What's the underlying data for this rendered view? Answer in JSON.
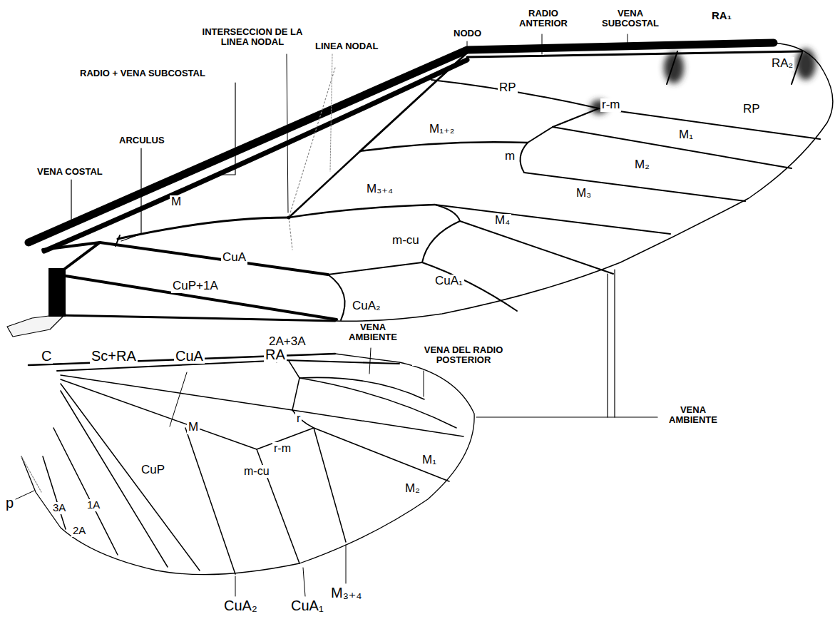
{
  "diagram": {
    "labels": [
      "RADIO ANTERIOR",
      "VENA SUBCOSTAL",
      "RA₁",
      "NODO",
      "INTERSECCION DE LA LINEA NODAL",
      "LINEA NODAL",
      "RADIO + VENA SUBCOSTAL",
      "ARCULUS",
      "VENA COSTAL",
      "RA₂",
      "RP",
      "r-m",
      "RP",
      "M₁₊₂",
      "M₁",
      "m",
      "M₂",
      "M₃₊₄",
      "M₃",
      "M",
      "M₄",
      "m-cu",
      "CuA",
      "CuA₁",
      "CuP+1A",
      "CuA₂",
      "2A+3A",
      "C",
      "Sc+RA",
      "CuA",
      "RA",
      "VENA AMBIENTE",
      "VENA DEL RADIO POSTERIOR",
      "VENA AMBIENTE",
      "r",
      "M",
      "r-m",
      "CuP",
      "m-cu",
      "M₁",
      "M₂",
      "p",
      "3A",
      "1A",
      "2A",
      "CuA₂",
      "CuA₁",
      "M₃₊₄"
    ]
  }
}
